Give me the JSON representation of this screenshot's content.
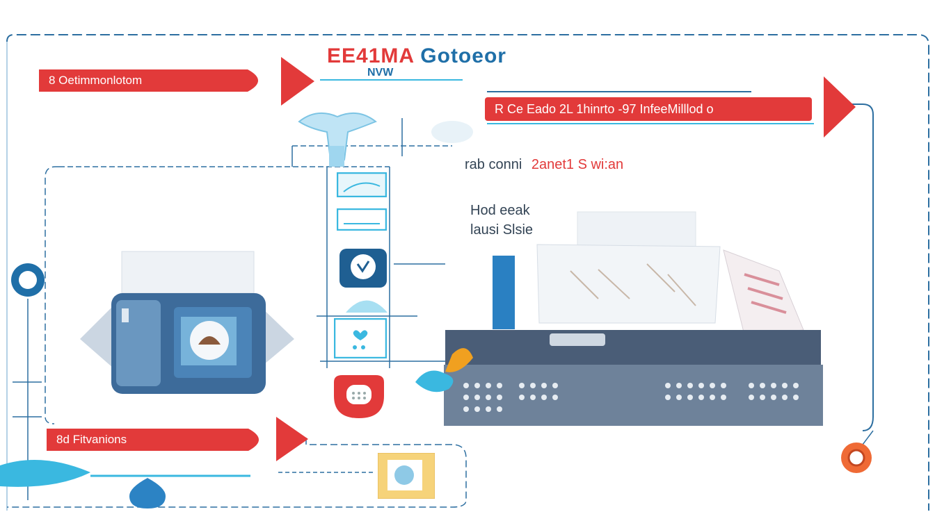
{
  "title": {
    "part_red": "EE41MA",
    "part_blue": "Gotoeor",
    "subtitle": "NVW"
  },
  "banners": {
    "top_left": "8  Oetimmonlotom",
    "top_right": "R Ce  Eado  2L  1hinrto -97  InfeeMilllod o",
    "bottom_left": "8d Fitvanions"
  },
  "notes": {
    "line1_a": "rab conni",
    "line1_b": "2anet1 S wi:an",
    "line2": "Hod eeak",
    "line3": "lausi Slsie"
  },
  "icons": [
    "water-funnel-icon",
    "step-box-icon",
    "check-badge-icon",
    "heart-box-icon",
    "speaker-icon",
    "camera-device-icon",
    "server-device-icon",
    "document-icon",
    "pin-icon",
    "ring-icon"
  ],
  "colors": {
    "accent_red": "#e23a3a",
    "accent_blue": "#1f6fa8",
    "line_blue": "#2c6ea0",
    "cyan": "#3ab8e0"
  }
}
